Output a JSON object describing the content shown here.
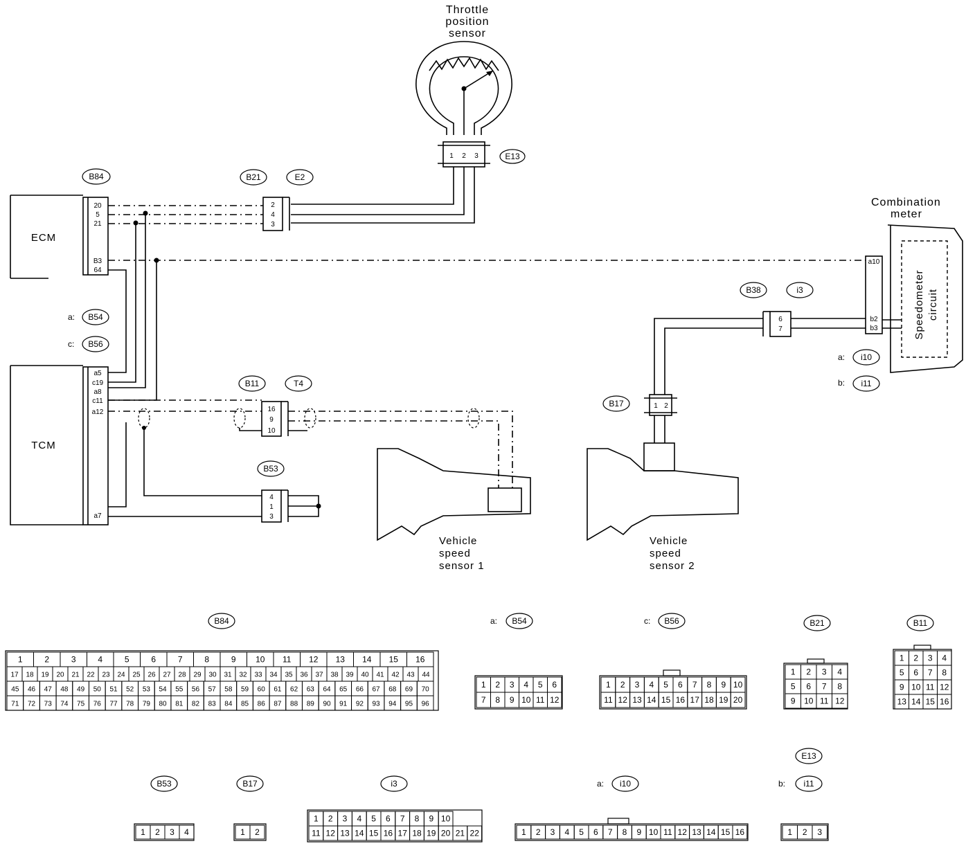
{
  "components": {
    "tps": [
      "Throttle",
      "position",
      "sensor"
    ],
    "ecm": "ECM",
    "tcm": "TCM",
    "combination_meter": [
      "Combination",
      "meter"
    ],
    "speedometer": [
      "Speedometer",
      "circuit"
    ],
    "vss1": [
      "Vehicle",
      "speed",
      "sensor 1"
    ],
    "vss2": [
      "Vehicle",
      "speed",
      "sensor 2"
    ]
  },
  "connector_tags": {
    "e13": "E13",
    "b84": "B84",
    "b21": "B21",
    "e2": "E2",
    "b38": "B38",
    "i3": "i3",
    "b54_prefix": "a:",
    "b54": "B54",
    "b56_prefix": "c:",
    "b56": "B56",
    "b11": "B11",
    "t4": "T4",
    "b53": "B53",
    "b17": "B17",
    "i10_prefix": "a:",
    "i10": "i10",
    "i11_prefix": "b:",
    "i11": "i11"
  },
  "pins": {
    "ecm": [
      "20",
      "5",
      "21",
      "B3",
      "64"
    ],
    "tcm": [
      "a5",
      "c19",
      "a8",
      "c11",
      "a12",
      "a7"
    ],
    "b21": [
      "2",
      "4",
      "3"
    ],
    "b11": [
      "16",
      "9",
      "10"
    ],
    "b53": [
      "4",
      "1",
      "3"
    ],
    "b38": [
      "6",
      "7"
    ],
    "meter": [
      "a10",
      "b2",
      "b3"
    ],
    "e13": [
      "1",
      "2",
      "3"
    ],
    "b17": [
      "1",
      "2"
    ]
  },
  "connector_faces": {
    "b84": {
      "tag": "B84",
      "rows": [
        [
          "1",
          "2",
          "3",
          "4",
          "5",
          "6",
          "7",
          "8",
          "9",
          "10",
          "11",
          "12",
          "13",
          "14",
          "15",
          "16"
        ],
        [
          "17",
          "18",
          "19",
          "20",
          "21",
          "22",
          "23",
          "24",
          "25",
          "26",
          "27",
          "28",
          "29",
          "30",
          "31",
          "32",
          "33",
          "34",
          "35",
          "36",
          "37",
          "38",
          "39",
          "40",
          "41",
          "42",
          "43",
          "44"
        ],
        [
          "45",
          "46",
          "47",
          "48",
          "49",
          "50",
          "51",
          "52",
          "53",
          "54",
          "55",
          "56",
          "57",
          "58",
          "59",
          "60",
          "61",
          "62",
          "63",
          "64",
          "65",
          "66",
          "67",
          "68",
          "69",
          "70"
        ],
        [
          "71",
          "72",
          "73",
          "74",
          "75",
          "76",
          "77",
          "78",
          "79",
          "80",
          "81",
          "82",
          "83",
          "84",
          "85",
          "86",
          "87",
          "88",
          "89",
          "90",
          "91",
          "92",
          "93",
          "94",
          "95",
          "96"
        ]
      ]
    },
    "b54": {
      "prefix": "a:",
      "tag": "B54",
      "rows": [
        [
          "1",
          "2",
          "3",
          "4",
          "5",
          "6"
        ],
        [
          "7",
          "8",
          "9",
          "10",
          "11",
          "12"
        ]
      ]
    },
    "b56": {
      "prefix": "c:",
      "tag": "B56",
      "rows": [
        [
          "1",
          "2",
          "3",
          "4",
          "5",
          "6",
          "7",
          "8",
          "9",
          "10"
        ],
        [
          "11",
          "12",
          "13",
          "14",
          "15",
          "16",
          "17",
          "18",
          "19",
          "20"
        ]
      ]
    },
    "b21": {
      "tag": "B21",
      "rows": [
        [
          "1",
          "2",
          "3",
          "4"
        ],
        [
          "5",
          "6",
          "7",
          "8"
        ],
        [
          "9",
          "10",
          "11",
          "12"
        ]
      ]
    },
    "b11": {
      "tag": "B11",
      "rows": [
        [
          "1",
          "2",
          "3",
          "4"
        ],
        [
          "5",
          "6",
          "7",
          "8"
        ],
        [
          "9",
          "10",
          "11",
          "12"
        ],
        [
          "13",
          "14",
          "15",
          "16"
        ]
      ]
    },
    "e13": {
      "tag": "E13"
    },
    "i11": {
      "prefix": "b:",
      "tag": "i11",
      "rows": [
        [
          "1",
          "2",
          "3"
        ]
      ]
    },
    "b53": {
      "tag": "B53",
      "rows": [
        [
          "1",
          "2",
          "3",
          "4"
        ]
      ]
    },
    "b17": {
      "tag": "B17",
      "rows": [
        [
          "1",
          "2"
        ]
      ]
    },
    "i3": {
      "tag": "i3",
      "rows": [
        [
          "1",
          "2",
          "3",
          "4",
          "5",
          "6",
          "7",
          "8",
          "9",
          "10"
        ],
        [
          "11",
          "12",
          "13",
          "14",
          "15",
          "16",
          "17",
          "18",
          "19",
          "20",
          "21",
          "22"
        ]
      ]
    },
    "i10": {
      "prefix": "a:",
      "tag": "i10",
      "rows": [
        [
          "1",
          "2",
          "3",
          "4",
          "5",
          "6",
          "7",
          "8",
          "9",
          "10",
          "11",
          "12",
          "13",
          "14",
          "15",
          "16"
        ]
      ]
    }
  }
}
